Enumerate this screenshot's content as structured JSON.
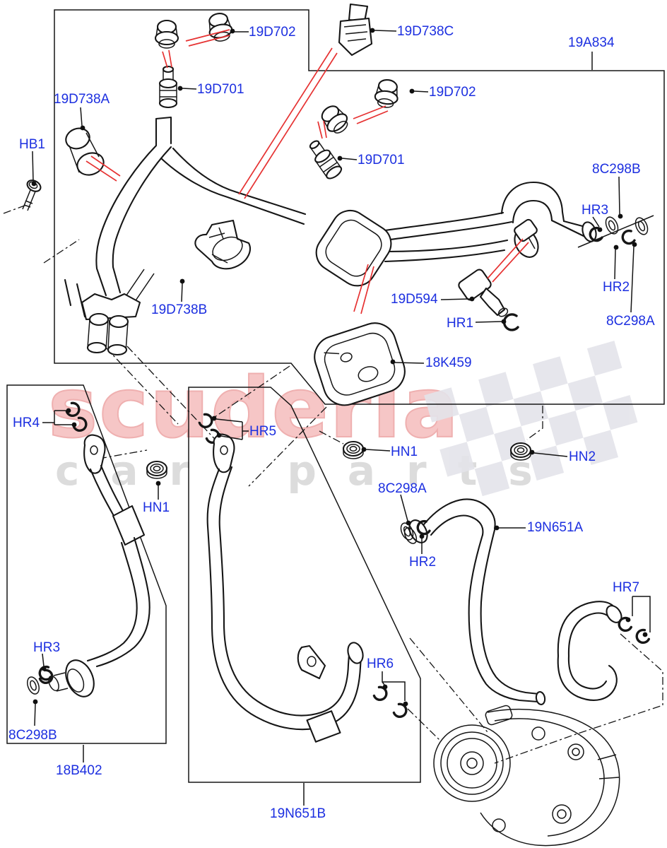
{
  "diagram": {
    "kind": "exploded-parts-diagram",
    "subject": "Air conditioning pipes and compressor",
    "colors": {
      "label_blue": "#1c2fe0",
      "leader_red": "#e63232",
      "line_black": "#161616",
      "watermark_pink": "#f6c6c6",
      "watermark_gray": "#dcdcdc",
      "background": "#ffffff"
    }
  },
  "watermark": {
    "brand": "scuderia",
    "sub": "car parts"
  },
  "labels": [
    {
      "id": "19D702-a",
      "text": "19D702"
    },
    {
      "id": "19D738C",
      "text": "19D738C"
    },
    {
      "id": "19A834",
      "text": "19A834"
    },
    {
      "id": "19D701-a",
      "text": "19D701"
    },
    {
      "id": "19D738A",
      "text": "19D738A"
    },
    {
      "id": "19D702-b",
      "text": "19D702"
    },
    {
      "id": "HB1",
      "text": "HB1"
    },
    {
      "id": "19D701-b",
      "text": "19D701"
    },
    {
      "id": "8C298B-a",
      "text": "8C298B"
    },
    {
      "id": "HR3-a",
      "text": "HR3"
    },
    {
      "id": "HR2-a",
      "text": "HR2"
    },
    {
      "id": "19D738B",
      "text": "19D738B"
    },
    {
      "id": "19D594",
      "text": "19D594"
    },
    {
      "id": "8C298A-a",
      "text": "8C298A"
    },
    {
      "id": "HR1",
      "text": "HR1"
    },
    {
      "id": "18K459",
      "text": "18K459"
    },
    {
      "id": "HR4",
      "text": "HR4"
    },
    {
      "id": "HR5",
      "text": "HR5"
    },
    {
      "id": "HN1-a",
      "text": "HN1"
    },
    {
      "id": "HN1-b",
      "text": "HN1"
    },
    {
      "id": "HN2",
      "text": "HN2"
    },
    {
      "id": "8C298A-b",
      "text": "8C298A"
    },
    {
      "id": "19N651A",
      "text": "19N651A"
    },
    {
      "id": "HR2-b",
      "text": "HR2"
    },
    {
      "id": "HR7",
      "text": "HR7"
    },
    {
      "id": "HR6",
      "text": "HR6"
    },
    {
      "id": "HR3-b",
      "text": "HR3"
    },
    {
      "id": "8C298B-b",
      "text": "8C298B"
    },
    {
      "id": "18B402",
      "text": "18B402"
    },
    {
      "id": "19N651B",
      "text": "19N651B"
    }
  ]
}
